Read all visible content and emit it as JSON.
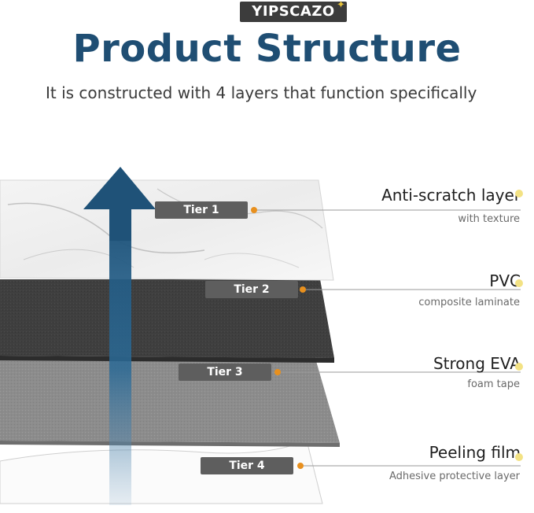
{
  "brand": {
    "name": "YIPSCAZO"
  },
  "header": {
    "title": "Product Structure",
    "subtitle": "It is constructed with 4 layers that function specifically"
  },
  "colors": {
    "title": "#1f4e73",
    "arrow": "#1f5278",
    "badge": "#5e5e5e",
    "tier_dot": "#e8901e",
    "label_dot": "#f3e284"
  },
  "layers": [
    {
      "tier": "Tier 1",
      "name": "Anti-scratch layer",
      "description": "with texture"
    },
    {
      "tier": "Tier 2",
      "name": "PVC",
      "description": "composite laminate"
    },
    {
      "tier": "Tier 3",
      "name": "Strong EVA",
      "description": "foam tape"
    },
    {
      "tier": "Tier 4",
      "name": "Peeling film",
      "description": "Adhesive protective layer"
    }
  ]
}
